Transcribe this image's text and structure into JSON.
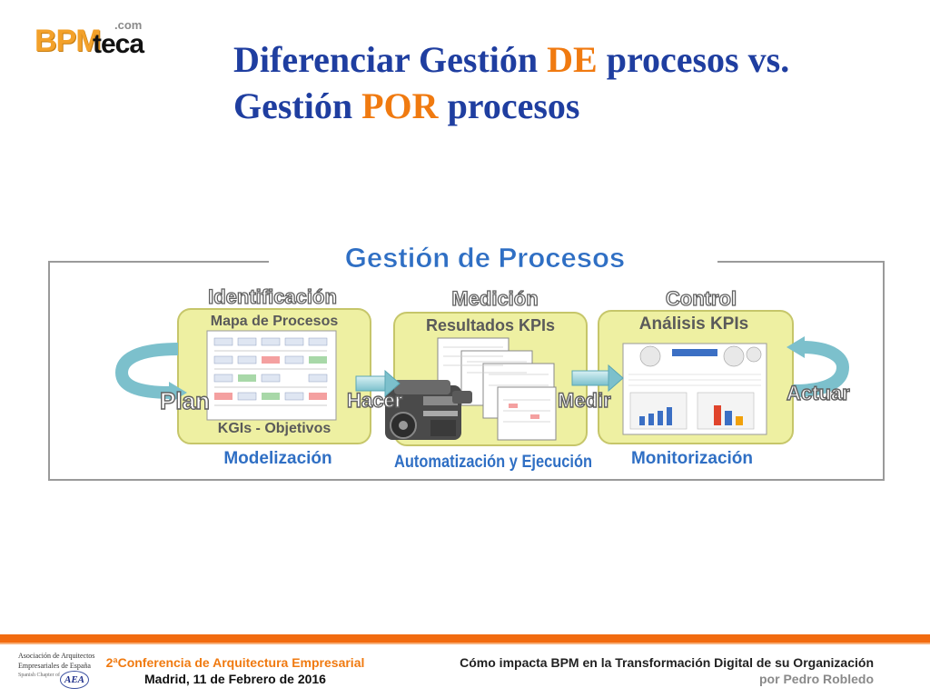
{
  "logo": {
    "com": ".com",
    "bpm": "BPM",
    "teca": "teca"
  },
  "title": {
    "line1_a": "Diferenciar Gestión ",
    "line1_hl": "DE",
    "line1_b": " procesos vs.",
    "line2_a": "Gestión ",
    "line2_hl": "POR",
    "line2_b": " procesos"
  },
  "diagram": {
    "heading": "Gestión de Procesos",
    "stages": [
      {
        "label": "Identificación",
        "top": "Mapa de Procesos",
        "bottom": "KGIs - Objetivos",
        "footer": "Modelización"
      },
      {
        "label": "Medición",
        "top": "Resultados KPIs",
        "footer": "Automatización y Ejecución"
      },
      {
        "label": "Control",
        "top": "Análisis KPIs",
        "footer": "Monitorización"
      }
    ],
    "arrows": {
      "plan": "Plan",
      "hacer": "Hacer",
      "medir": "Medir",
      "actuar": "Actuar"
    }
  },
  "footer": {
    "assoc_lines": [
      "Asociación de Arquitectos",
      "Empresariales de España",
      "Spanish Chapter of"
    ],
    "assoc_logo": "AEA",
    "conference": "2ªConferencia de Arquitectura Empresarial",
    "date": "Madrid, 11 de Febrero de 2016",
    "talk_title": "Cómo impacta BPM en la Transformación Digital de su Organización",
    "author": "por Pedro Robledo"
  },
  "colors": {
    "title_blue": "#1f3ea0",
    "accent_orange": "#f07a10",
    "panel_yellow": "#eef0a2",
    "footer_orange": "#f26b0f"
  }
}
